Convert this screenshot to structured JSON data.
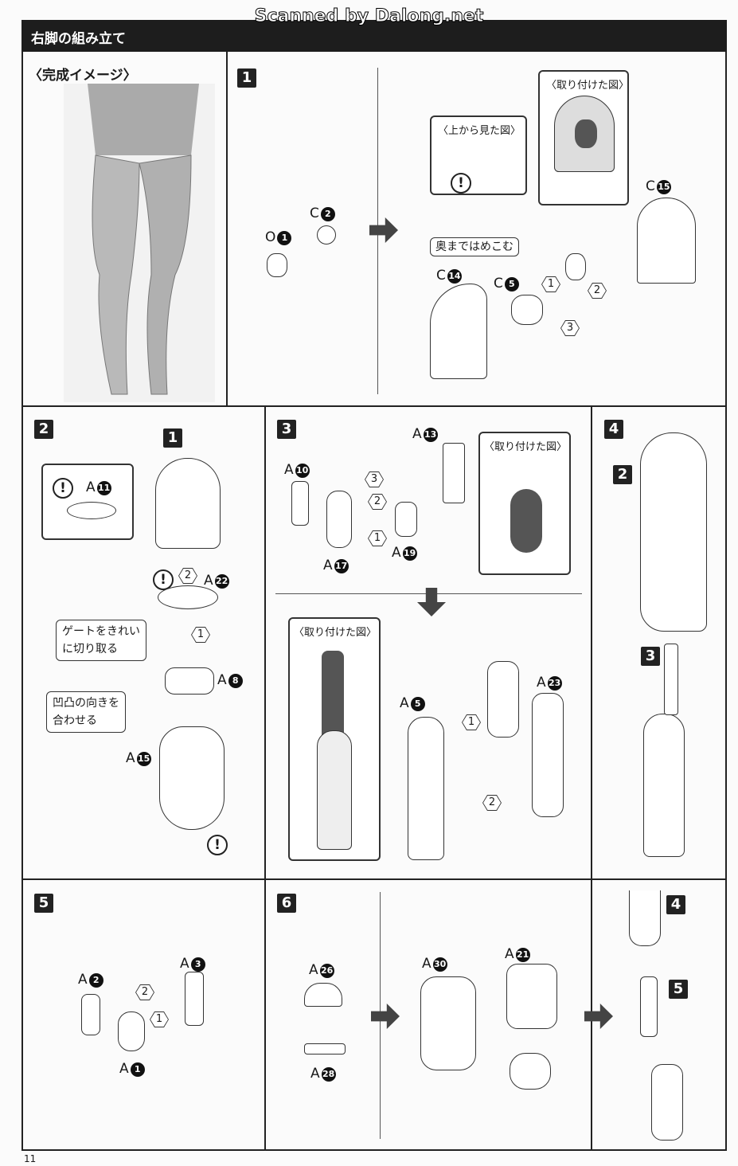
{
  "watermark": "Scanned by Dalong.net",
  "header": {
    "title": "右脚の組み立て"
  },
  "completed": {
    "label": "〈完成イメージ〉"
  },
  "steps": [
    {
      "number": "1",
      "callouts": {
        "top_view": "〈上から見た図〉",
        "attached_view": "〈取り付けた図〉",
        "press_note": "奥まではめこむ"
      },
      "labels": {
        "o1": [
          "O",
          "1"
        ],
        "c2": [
          "C",
          "2"
        ],
        "c15": [
          "C",
          "15"
        ],
        "c14": [
          "C",
          "14"
        ],
        "c5": [
          "C",
          "5"
        ]
      },
      "order": [
        "1",
        "2",
        "3"
      ]
    },
    {
      "number": "2",
      "inset_sub": "1",
      "notes": {
        "gate": "ゲートをきれい\nに切り取る",
        "align": "凹凸の向きを\n合わせる"
      },
      "labels": {
        "a11": [
          "A",
          "11"
        ],
        "a22": [
          "A",
          "22"
        ],
        "a8": [
          "A",
          "8"
        ],
        "a15": [
          "A",
          "15"
        ]
      },
      "order": [
        "1",
        "2"
      ],
      "warning": "!"
    },
    {
      "number": "3",
      "attached_view": "〈取り付けた図〉",
      "attached_view2": "〈取り付けた図〉",
      "labels": {
        "a13": [
          "A",
          "13"
        ],
        "a10": [
          "A",
          "10"
        ],
        "a17": [
          "A",
          "17"
        ],
        "a19": [
          "A",
          "19"
        ],
        "a5": [
          "A",
          "5"
        ],
        "a23": [
          "A",
          "23"
        ]
      },
      "order": [
        "1",
        "2",
        "3"
      ]
    },
    {
      "number": "4",
      "sub_a": "2",
      "sub_b": "3"
    },
    {
      "number": "5",
      "labels": {
        "a2": [
          "A",
          "2"
        ],
        "a3": [
          "A",
          "3"
        ],
        "a1": [
          "A",
          "1"
        ]
      },
      "order": [
        "1",
        "2"
      ]
    },
    {
      "number": "6",
      "sub_a": "4",
      "sub_b": "5",
      "labels": {
        "a26": [
          "A",
          "26"
        ],
        "a28": [
          "A",
          "28"
        ],
        "a30": [
          "A",
          "30"
        ],
        "a21": [
          "A",
          "21"
        ]
      }
    }
  ],
  "page_number": "11"
}
